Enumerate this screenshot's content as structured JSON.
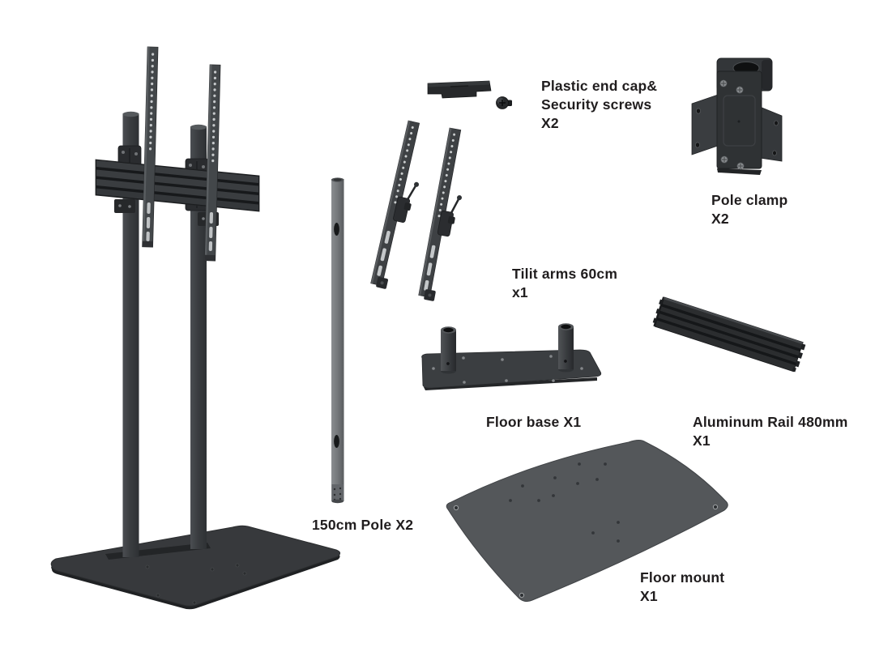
{
  "page": {
    "background": "#ffffff",
    "label_color": "#201d1e",
    "part_color_dark": "#2b2d2f",
    "part_color_mid": "#3b3e41",
    "part_color_light": "#74777a"
  },
  "parts": {
    "end_cap": {
      "label": "Plastic end cap&\nSecurity screws\nX2"
    },
    "pole_clamp": {
      "label": "Pole clamp\nX2"
    },
    "tilt_arms": {
      "label": "Tilit arms 60cm\nx1"
    },
    "floor_base": {
      "label": "Floor base X1"
    },
    "aluminum_rail": {
      "label": "Aluminum Rail 480mm\nX1"
    },
    "pole": {
      "label": "150cm Pole X2"
    },
    "floor_mount": {
      "label": "Floor mount\nX1"
    }
  }
}
